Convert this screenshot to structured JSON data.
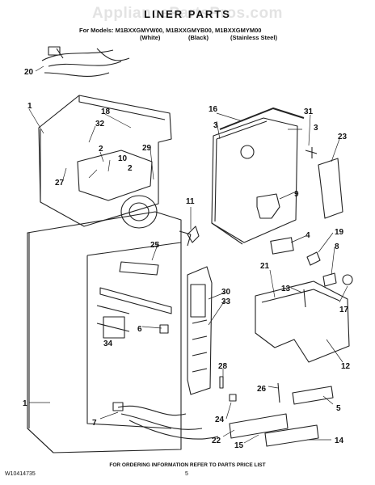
{
  "watermark": "AppliancePartsPros.com",
  "title": "LINER PARTS",
  "models_line": "For Models: M1BXXGMYW00, M1BXXGMYB00, M1BXXGMYM00",
  "colors": [
    "(White)",
    "(Black)",
    "(Stainless Steel)"
  ],
  "footer": "FOR ORDERING INFORMATION REFER TO PARTS PRICE LIST",
  "doc_number": "W10414735",
  "page_number": "5",
  "callouts": {
    "c20": "20",
    "c1a": "1",
    "c18": "18",
    "c32": "32",
    "c2a": "2",
    "c10": "10",
    "c2b": "2",
    "c27": "27",
    "c29": "29",
    "c11": "11",
    "c25": "25",
    "c30": "30",
    "c33": "33",
    "c6": "6",
    "c34": "34",
    "c1b": "1",
    "c7": "7",
    "c16": "16",
    "c3a": "3",
    "c3b": "3",
    "c31": "31",
    "c23": "23",
    "c9": "9",
    "c4": "4",
    "c19": "19",
    "c8": "8",
    "c21": "21",
    "c13": "13",
    "c17": "17",
    "c12": "12",
    "c28": "28",
    "c26": "26",
    "c5": "5",
    "c24": "24",
    "c22": "22",
    "c15": "15",
    "c14": "14"
  }
}
